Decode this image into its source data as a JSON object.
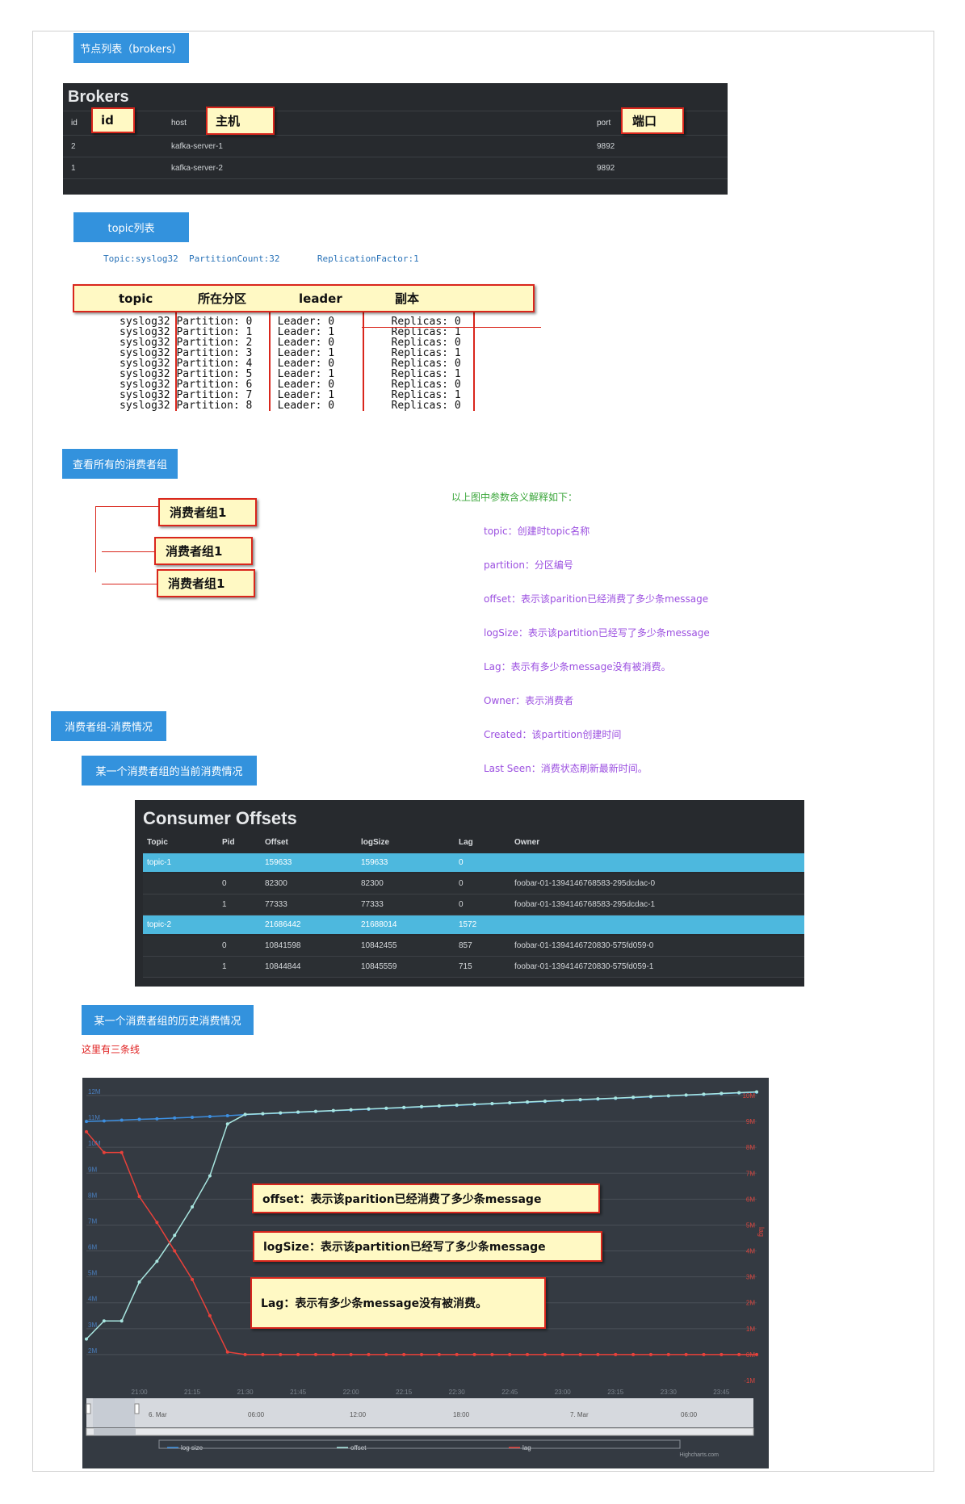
{
  "sections": {
    "brokers_btn": "节点列表（brokers）",
    "topic_btn": "topic列表",
    "consumer_groups_btn": "查看所有的消费者组",
    "consumption_btn": "消费者组-消费情况",
    "current_btn": "某一个消费者组的当前消费情况",
    "history_btn": "某一个消费者组的历史消费情况"
  },
  "brokers": {
    "title": "Brokers",
    "headers": [
      "id",
      "host",
      "port"
    ],
    "rows": [
      {
        "id": "2",
        "host": "kafka-server-1",
        "port": "9892"
      },
      {
        "id": "1",
        "host": "kafka-server-2",
        "port": "9892"
      }
    ],
    "callouts": [
      "id",
      "主机",
      "端口"
    ]
  },
  "topic": {
    "summary": "Topic:syslog32  PartitionCount:32       ReplicationFactor:1",
    "callouts": [
      "topic",
      "所在分区",
      "leader",
      "副本"
    ],
    "lines": [
      "syslog32 Partition: 0    Leader: 0         Replicas: 0",
      "syslog32 Partition: 1    Leader: 1         Replicas: 1",
      "syslog32 Partition: 2    Leader: 0         Replicas: 0",
      "syslog32 Partition: 3    Leader: 1         Replicas: 1",
      "syslog32 Partition: 4    Leader: 0         Replicas: 0",
      "syslog32 Partition: 5    Leader: 1         Replicas: 1",
      "syslog32 Partition: 6    Leader: 0         Replicas: 0",
      "syslog32 Partition: 7    Leader: 1         Replicas: 1",
      "syslog32 Partition: 8    Leader: 0         Replicas: 0"
    ]
  },
  "groups": {
    "callouts": [
      "消费者组1",
      "消费者组1",
      "消费者组1"
    ]
  },
  "explain": {
    "heading": "以上图中参数含义解释如下：",
    "items": [
      "topic：创建时topic名称",
      "partition：分区编号",
      "offset：表示该parition已经消费了多少条message",
      "logSize：表示该partition已经写了多少条message",
      "Lag：表示有多少条message没有被消费。",
      "Owner：表示消费者",
      "Created：该partition创建时间",
      "Last Seen：消费状态刷新最新时间。"
    ]
  },
  "offsets": {
    "title": "Consumer Offsets",
    "headers": [
      "Topic",
      "Pid",
      "Offset",
      "logSize",
      "Lag",
      "Owner"
    ],
    "rows": [
      {
        "topic": "topic-1",
        "pid": "",
        "offset": "159633",
        "logsize": "159633",
        "lag": "0",
        "owner": "",
        "hl": true
      },
      {
        "topic": "",
        "pid": "0",
        "offset": "82300",
        "logsize": "82300",
        "lag": "0",
        "owner": "foobar-01-1394146768583-295dcdac-0",
        "hl": false
      },
      {
        "topic": "",
        "pid": "1",
        "offset": "77333",
        "logsize": "77333",
        "lag": "0",
        "owner": "foobar-01-1394146768583-295dcdac-1",
        "hl": false
      },
      {
        "topic": "topic-2",
        "pid": "",
        "offset": "21686442",
        "logsize": "21688014",
        "lag": "1572",
        "owner": "",
        "hl": true
      },
      {
        "topic": "",
        "pid": "0",
        "offset": "10841598",
        "logsize": "10842455",
        "lag": "857",
        "owner": "foobar-01-1394146720830-575fd059-0",
        "hl": false
      },
      {
        "topic": "",
        "pid": "1",
        "offset": "10844844",
        "logsize": "10845559",
        "lag": "715",
        "owner": "foobar-01-1394146720830-575fd059-1",
        "hl": false
      }
    ]
  },
  "history_note": "这里有三条线",
  "chart_callouts": [
    "offset：表示该parition已经消费了多少条message",
    "logSize：表示该partition已经写了多少条message",
    "Lag：表示有多少条message没有被消费。"
  ],
  "chart_data": {
    "type": "line",
    "x": [
      "20:45",
      "20:50",
      "20:55",
      "21:00",
      "21:05",
      "21:10",
      "21:15",
      "21:20",
      "21:25",
      "21:30",
      "21:35",
      "21:40",
      "21:45",
      "21:50",
      "21:55",
      "22:00",
      "22:05",
      "22:10",
      "22:15",
      "22:20",
      "22:25",
      "22:30",
      "22:35",
      "22:40",
      "22:45",
      "22:50",
      "22:55",
      "23:00",
      "23:05",
      "23:10",
      "23:15",
      "23:20",
      "23:25",
      "23:30",
      "23:35",
      "23:40",
      "23:45",
      "23:50",
      "23:55"
    ],
    "x_tick_labels": [
      "21:00",
      "21:15",
      "21:30",
      "21:45",
      "22:00",
      "22:15",
      "22:30",
      "22:45",
      "23:00",
      "23:15",
      "23:30",
      "23:45"
    ],
    "y_left_ticks": [
      "2M",
      "3M",
      "4M",
      "5M",
      "6M",
      "7M",
      "8M",
      "9M",
      "10M",
      "11M",
      "12M"
    ],
    "y_left_range": [
      1,
      12
    ],
    "y_right_ticks": [
      "-1M",
      "0M",
      "1M",
      "2M",
      "3M",
      "4M",
      "5M",
      "6M",
      "7M",
      "8M",
      "9M",
      "10M"
    ],
    "y_right_range": [
      -1,
      10
    ],
    "y_right_label": "lag",
    "series": [
      {
        "name": "log size",
        "axis": "left",
        "color": "#3d8fe0",
        "values": [
          11.0,
          11.02,
          11.05,
          11.08,
          11.1,
          11.13,
          11.16,
          11.19,
          11.22,
          11.26,
          11.29,
          11.32,
          11.35,
          11.38,
          11.41,
          11.44,
          11.47,
          11.5,
          11.53,
          11.56,
          11.59,
          11.62,
          11.65,
          11.68,
          11.71,
          11.74,
          11.77,
          11.8,
          11.83,
          11.86,
          11.89,
          11.92,
          11.95,
          11.98,
          12.01,
          12.04,
          12.07,
          12.1,
          12.13
        ]
      },
      {
        "name": "offset",
        "axis": "left",
        "color": "#a8e6e0",
        "values": [
          2.6,
          3.3,
          3.3,
          4.8,
          5.6,
          6.6,
          7.7,
          8.9,
          10.9,
          11.27,
          11.3,
          11.33,
          11.36,
          11.39,
          11.42,
          11.45,
          11.48,
          11.51,
          11.54,
          11.57,
          11.6,
          11.63,
          11.66,
          11.69,
          11.72,
          11.75,
          11.78,
          11.81,
          11.84,
          11.87,
          11.9,
          11.93,
          11.96,
          11.99,
          12.02,
          12.05,
          12.08,
          12.11,
          12.14
        ]
      },
      {
        "name": "lag",
        "axis": "right",
        "color": "#e8413a",
        "values": [
          8.6,
          7.8,
          7.8,
          6.1,
          5.1,
          4.0,
          2.9,
          1.5,
          0.1,
          0.0,
          0.0,
          0.0,
          0.0,
          0.0,
          0.0,
          0.0,
          0.0,
          0.0,
          0.0,
          0.0,
          0.0,
          0.0,
          0.0,
          0.0,
          0.0,
          0.0,
          0.0,
          0.0,
          0.0,
          0.0,
          0.0,
          0.0,
          0.0,
          0.0,
          0.0,
          0.0,
          0.0,
          0.0,
          0.0
        ]
      }
    ],
    "navigator_labels": [
      "6. Mar",
      "06:00",
      "12:00",
      "18:00",
      "7. Mar",
      "06:00"
    ],
    "legend": [
      "log size",
      "offset",
      "lag"
    ],
    "credit": "Highcharts.com"
  }
}
